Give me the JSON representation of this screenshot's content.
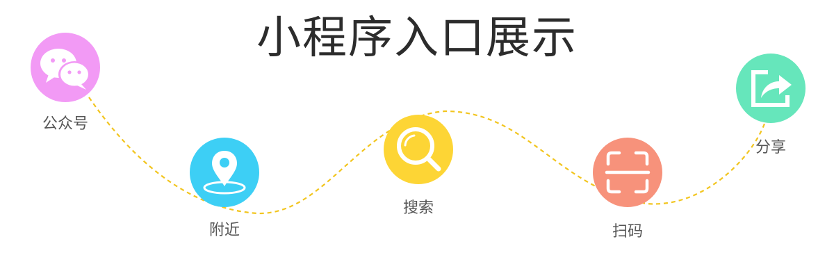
{
  "title": "小程序入口展示",
  "colors": {
    "path": "#f2c51f",
    "title": "#2c2c2c",
    "label": "#555555"
  },
  "entries": [
    {
      "label": "公众号",
      "icon": "wechat-chat-icon",
      "color": "#f29af5"
    },
    {
      "label": "附近",
      "icon": "location-pin-icon",
      "color": "#3dcff5"
    },
    {
      "label": "搜索",
      "icon": "search-icon",
      "color": "#fdd535"
    },
    {
      "label": "扫码",
      "icon": "scan-icon",
      "color": "#f7927b"
    },
    {
      "label": "分享",
      "icon": "share-icon",
      "color": "#66e6bb"
    }
  ]
}
